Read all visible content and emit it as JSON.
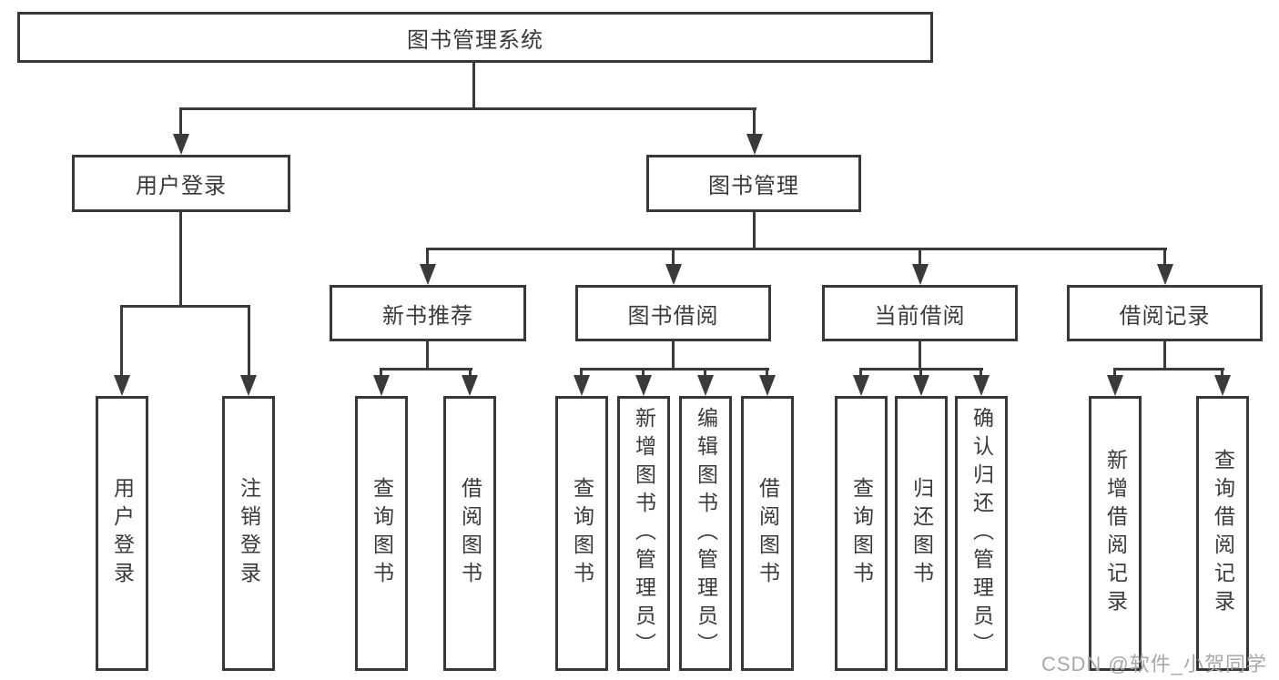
{
  "diagram": {
    "root": "图书管理系统",
    "level2": {
      "user_login": "用户登录",
      "book_management": "图书管理"
    },
    "level3": {
      "new_book": "新书推荐",
      "book_borrow": "图书借阅",
      "current_borrow": "当前借阅",
      "borrow_records": "借阅记录"
    },
    "leaves": {
      "user_login": [
        "用户登录",
        "注销登录"
      ],
      "new_book": [
        "查询图书",
        "借阅图书"
      ],
      "book_borrow": [
        "查询图书",
        "新增图书（管理员）",
        "编辑图书（管理员）",
        "借阅图书"
      ],
      "current_borrow": [
        "查询图书",
        "归还图书",
        "确认归还（管理员）"
      ],
      "borrow_records": [
        "新增借阅记录",
        "查询借阅记录"
      ]
    }
  },
  "watermark": "CSDN @软件_小贺同学",
  "colors": {
    "line": "#3a3a3a",
    "text": "#3a3a3a",
    "watermark": "#a8a8a8",
    "background": "#ffffff"
  }
}
